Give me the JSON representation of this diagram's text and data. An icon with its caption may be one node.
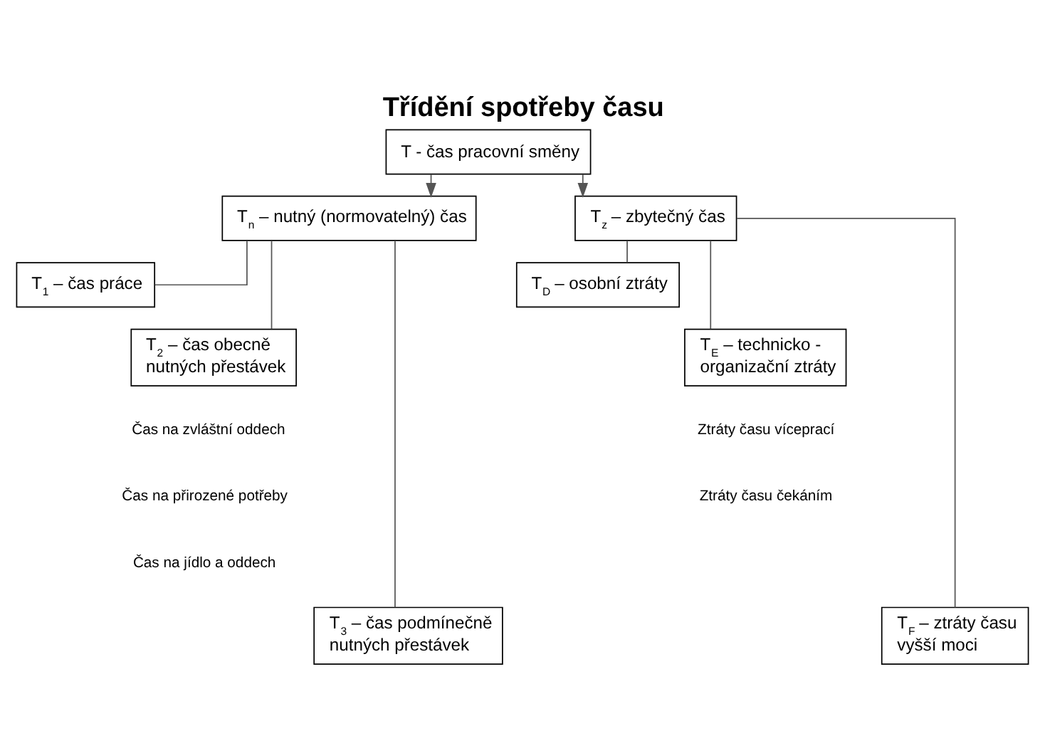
{
  "diagram": {
    "title": "Třídění spotřeby času",
    "nodes": [
      {
        "text": [
          "T - čas pracovní směny"
        ]
      },
      {
        "text": [
          "T$_{n}$ – nutný (normovatelný) čas"
        ]
      },
      {
        "text": [
          "T$_{1}$ – čas práce"
        ]
      },
      {
        "text": [
          "T$_{2}$ – čas obecně nutných přestávek"
        ]
      },
      {
        "text": [
          "T$_{3}$ – čas podmínečně nutných přestávek"
        ]
      },
      {
        "text": [
          "T$_{z}$ – zbytečný čas"
        ]
      },
      {
        "text": [
          "T$_{D}$ – osobní ztráty"
        ]
      },
      {
        "text": [
          "T$_{E}$ – technicko - organizační ztráty"
        ]
      },
      {
        "text": [
          "T$_{F}$ – ztráty času vyšší moci"
        ]
      }
    ],
    "edges": [
      {
        "from": 0,
        "to": 1,
        "arrow": "to"
      },
      {
        "from": 0,
        "to": 5,
        "arrow": "to"
      },
      {
        "from": 1,
        "to": 2,
        "arrow": "none"
      },
      {
        "from": 1,
        "to": 3,
        "arrow": "none"
      },
      {
        "from": 1,
        "to": 4,
        "arrow": "none"
      },
      {
        "from": 5,
        "to": 6,
        "arrow": "none"
      },
      {
        "from": 5,
        "to": 7,
        "arrow": "none"
      },
      {
        "from": 5,
        "to": 8,
        "arrow": "none"
      }
    ],
    "labels": [
      "Čas na zvláštní oddech",
      "Čas na přirozené potřeby",
      "Čas na jídlo a oddech",
      "Ztráty času víceprací",
      "Ztráty času čekáním"
    ]
  }
}
